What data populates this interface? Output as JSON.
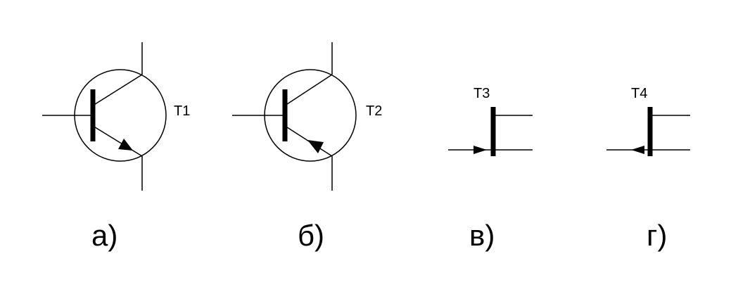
{
  "colors": {
    "line": "#000000",
    "background": "#ffffff"
  },
  "symbols": [
    {
      "designator": "T1",
      "caption": "а)",
      "kind": "npn-transistor"
    },
    {
      "designator": "T2",
      "caption": "б)",
      "kind": "pnp-transistor"
    },
    {
      "designator": "T3",
      "caption": "в)",
      "kind": "npn-transistor-no-envelope"
    },
    {
      "designator": "T4",
      "caption": "г)",
      "kind": "pnp-transistor-no-envelope"
    }
  ]
}
